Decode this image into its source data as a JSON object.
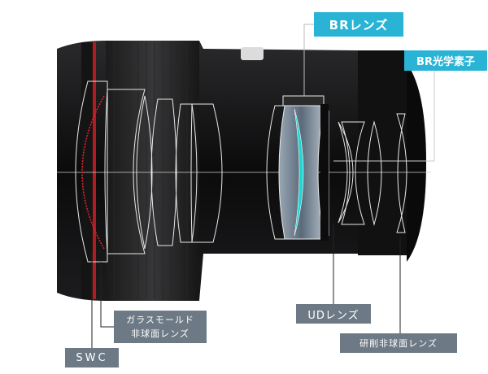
{
  "labels": {
    "br_lens": "BRレンズ",
    "br_optical_element": "BR光学素子",
    "ud_lens": "UDレンズ",
    "glass_mold_line1": "ガラスモールド",
    "glass_mold_line2": "非球面レンズ",
    "swc": "SWC",
    "ground_aspherical": "研削非球面レンズ"
  },
  "colors": {
    "label_gray": "#6d7a86",
    "label_blue": "#29b4d6",
    "br_element_cyan": "#1fd6d2",
    "swc_coating_red": "#e0232b",
    "lens_outline": "#e8e8e8",
    "lens_body": "#0f0f10"
  }
}
